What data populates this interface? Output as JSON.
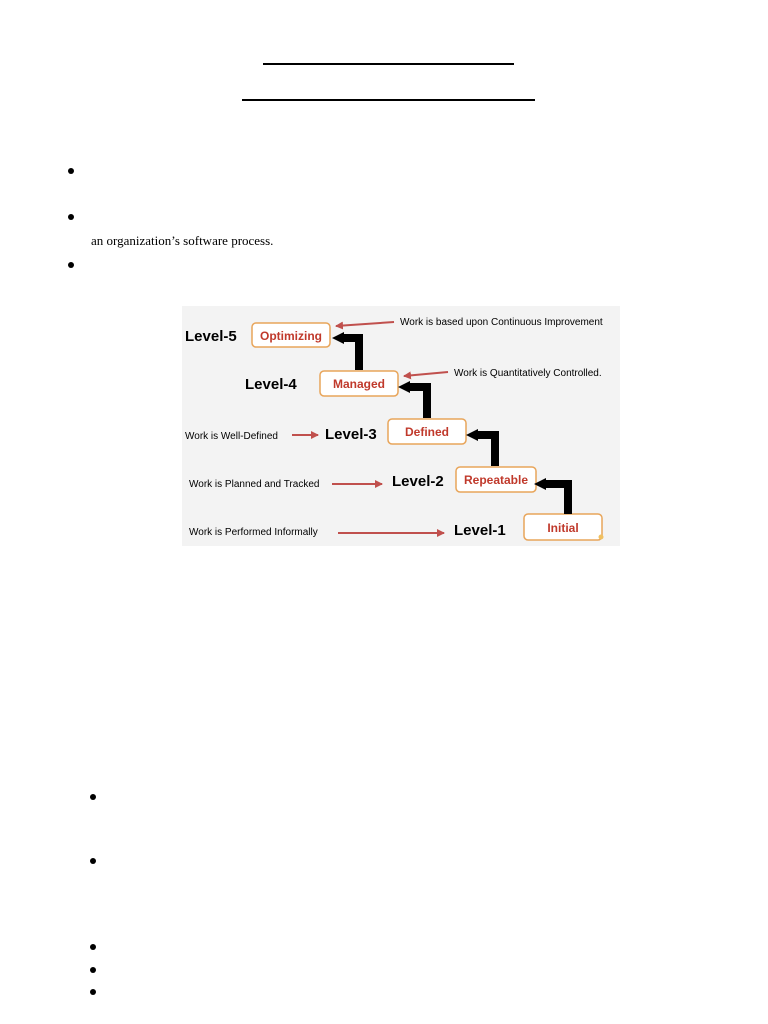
{
  "document": {
    "paragraph_2_continuation": "an organization’s software process."
  },
  "figure": {
    "levels": [
      {
        "level": "Level-5",
        "stage": "Optimizing",
        "description": "Work is based upon Continuous Improvement"
      },
      {
        "level": "Level-4",
        "stage": "Managed",
        "description": "Work is Quantitatively Controlled."
      },
      {
        "level": "Level-3",
        "stage": "Defined",
        "description": "Work is Well-Defined"
      },
      {
        "level": "Level-2",
        "stage": "Repeatable",
        "description": "Work is Planned and Tracked"
      },
      {
        "level": "Level-1",
        "stage": "Initial",
        "description": "Work is Performed Informally"
      }
    ],
    "colors": {
      "stage_box_border": "#e8a55a",
      "stage_text": "#c0392b",
      "arrow_red": "#c0504d",
      "step_arrow": "#000000",
      "background": "#f3f3f3"
    }
  }
}
